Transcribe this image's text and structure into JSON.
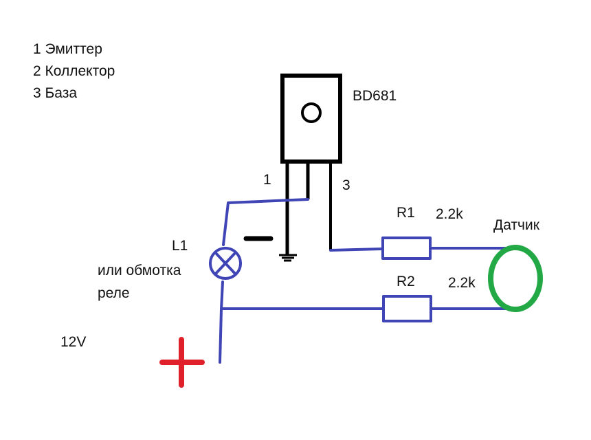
{
  "legend": {
    "items": [
      "1 Эмиттер",
      "2 Коллектор",
      "3 База"
    ]
  },
  "transistor": {
    "model": "BD681",
    "pin_labels": {
      "emitter": "1",
      "base": "3"
    }
  },
  "load": {
    "ref": "L1",
    "description_line1": "или обмотка",
    "description_line2": "реле"
  },
  "resistors": [
    {
      "ref": "R1",
      "value": "2.2k"
    },
    {
      "ref": "R2",
      "value": "2.2k"
    }
  ],
  "sensor": {
    "label": "Датчик"
  },
  "supply": {
    "voltage": "12V",
    "plus_symbol": "+",
    "minus_symbol": "−"
  },
  "colors": {
    "wire": "#3f45b5",
    "transistor": "#000000",
    "sensor": "#22a845",
    "plus": "#e0202a",
    "minus": "#000000"
  }
}
